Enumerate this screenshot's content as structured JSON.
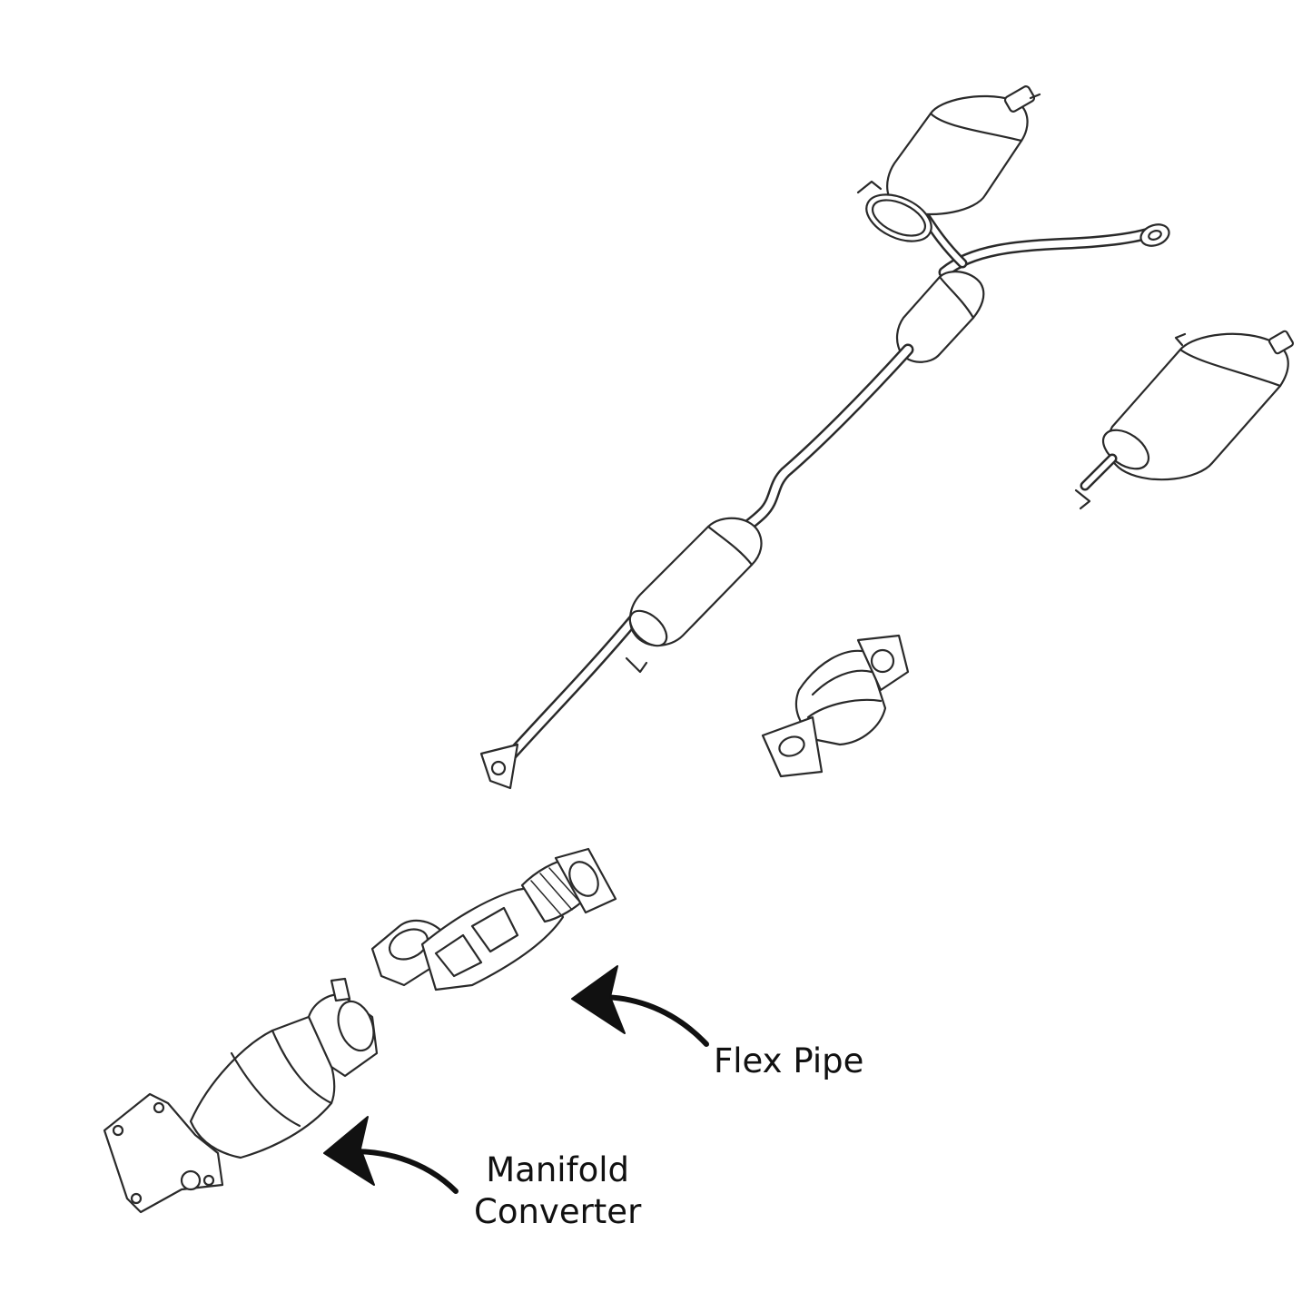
{
  "diagram": {
    "labels": {
      "flex_pipe": "Flex Pipe",
      "manifold_converter_line1": "Manifold",
      "manifold_converter_line2": "Converter"
    },
    "colors": {
      "line": "#2a2a2a",
      "fill": "#ffffff",
      "arrow": "#111111",
      "text": "#111111"
    }
  }
}
